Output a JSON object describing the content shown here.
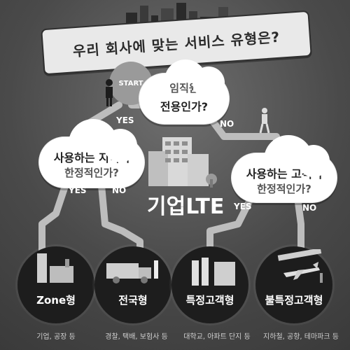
{
  "title": "우리 회사에 맞는 서비스 유형은?",
  "start_label": "START",
  "questions": {
    "q1": {
      "line1": "임직원",
      "line2": "전용인가?"
    },
    "q2": {
      "line1": "사용하는 지역이",
      "line2": "한정적인가?"
    },
    "q3": {
      "line1": "사용하는 고객이",
      "line2": "한정적인가?"
    }
  },
  "branch_labels": {
    "q1_yes": "YES",
    "q1_no": "NO",
    "q2_yes": "YES",
    "q2_no": "NO",
    "q3_yes": "YES",
    "q3_no": "NO"
  },
  "center_text": "기업LTE",
  "results": [
    {
      "name": "Zone형",
      "desc": "기업, 공장 등"
    },
    {
      "name": "전국형",
      "desc": "경찰, 택배, 보험사 등"
    },
    {
      "name": "특정고객형",
      "desc": "대학교, 아파트 단지 등"
    },
    {
      "name": "불특정고객형",
      "desc": "지하철, 공항, 테마파크 등"
    }
  ],
  "colors": {
    "background": "#4a4a4a",
    "path": "#bdbdbd",
    "cloud": "#ffffff",
    "node": "#1d1d1d"
  },
  "icons": {
    "start": "start-marker",
    "people": "person-icon",
    "buildings": "building-icon",
    "vehicles": "truck-icon",
    "airplane": "airplane-icon",
    "train": "train-icon",
    "bicycle": "bicycle-icon",
    "trees": "tree-icon"
  }
}
